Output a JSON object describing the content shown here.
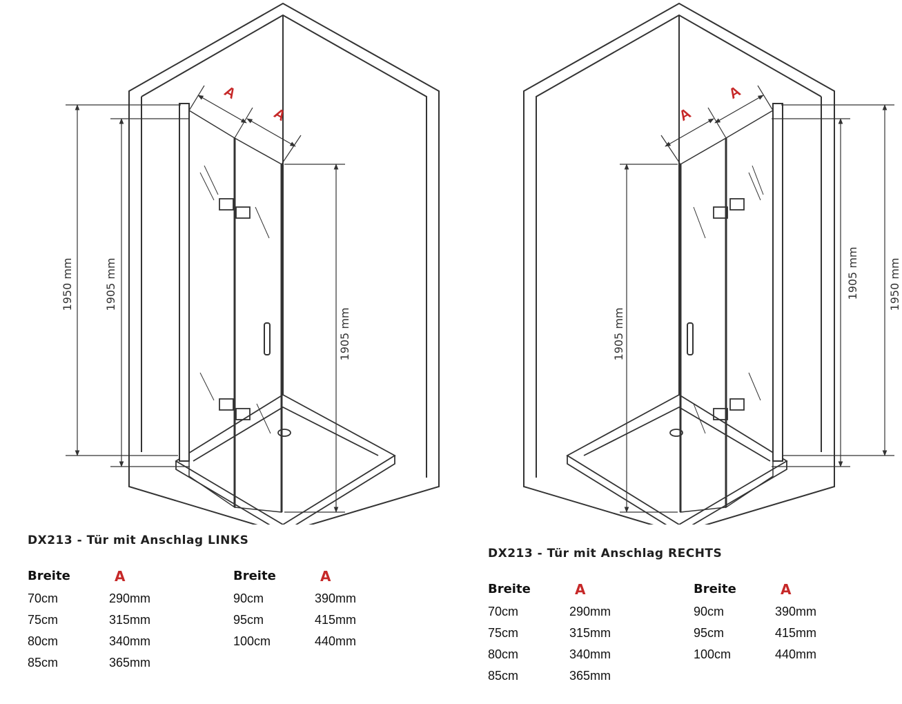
{
  "left": {
    "caption": "DX213 - Tür mit Anschlag LINKS",
    "dims": {
      "outer": "1950 mm",
      "inner": "1905 mm",
      "door": "1905 mm",
      "a1": "A",
      "a2": "A"
    },
    "tables": [
      {
        "h1": "Breite",
        "h2": "A",
        "rows": [
          {
            "w": "70cm",
            "a": "290mm"
          },
          {
            "w": "75cm",
            "a": "315mm"
          },
          {
            "w": "80cm",
            "a": "340mm"
          },
          {
            "w": "85cm",
            "a": "365mm"
          }
        ]
      },
      {
        "h1": "Breite",
        "h2": "A",
        "rows": [
          {
            "w": "90cm",
            "a": "390mm"
          },
          {
            "w": "95cm",
            "a": "415mm"
          },
          {
            "w": "100cm",
            "a": "440mm"
          }
        ]
      }
    ]
  },
  "right": {
    "caption": "DX213 - Tür mit Anschlag RECHTS",
    "dims": {
      "outer": "1950 mm",
      "inner": "1905 mm",
      "door": "1905 mm",
      "a1": "A",
      "a2": "A"
    },
    "tables": [
      {
        "h1": "Breite",
        "h2": "A",
        "rows": [
          {
            "w": "70cm",
            "a": "290mm"
          },
          {
            "w": "75cm",
            "a": "315mm"
          },
          {
            "w": "80cm",
            "a": "340mm"
          },
          {
            "w": "85cm",
            "a": "365mm"
          }
        ]
      },
      {
        "h1": "Breite",
        "h2": "A",
        "rows": [
          {
            "w": "90cm",
            "a": "390mm"
          },
          {
            "w": "95cm",
            "a": "415mm"
          },
          {
            "w": "100cm",
            "a": "440mm"
          }
        ]
      }
    ]
  }
}
